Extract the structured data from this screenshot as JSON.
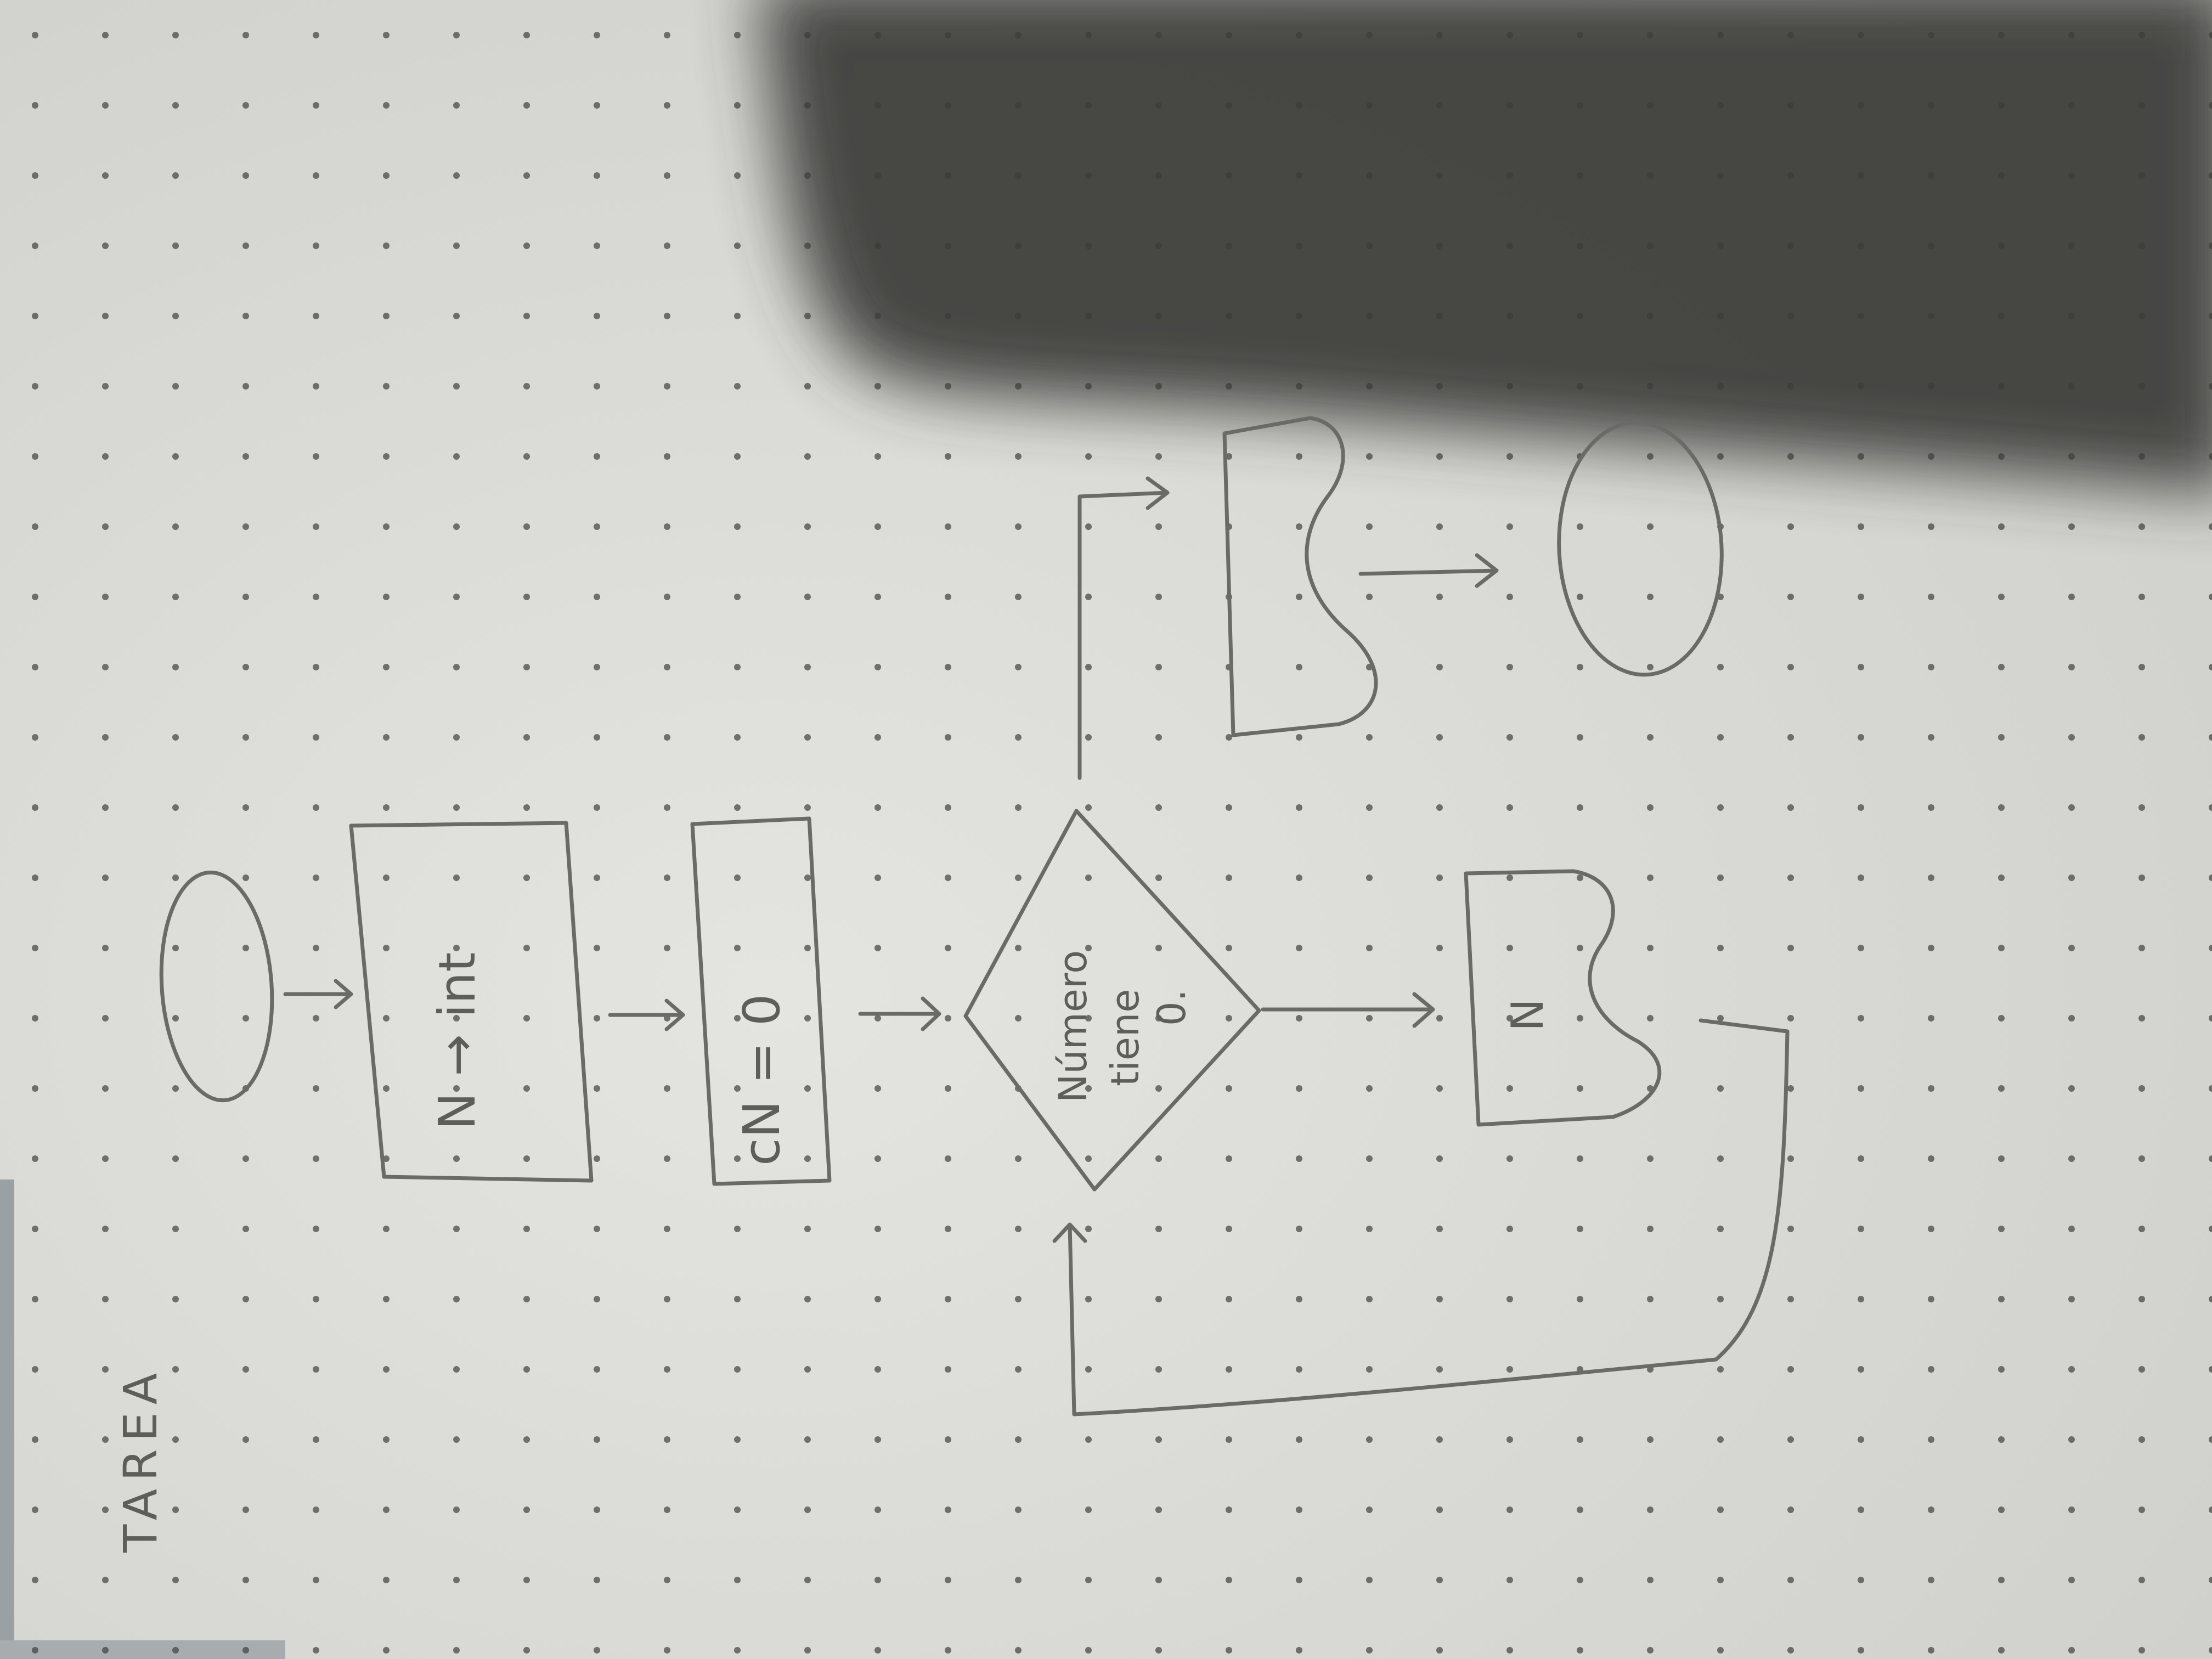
{
  "title": "TAREA",
  "steps": {
    "input_box": "N → int",
    "assign_box": "cN = 0",
    "decision": [
      "Número",
      "tiene",
      "0."
    ],
    "output_n": "N"
  },
  "colors": {
    "paper": "#dcdcd8",
    "ink": "#6a6a66",
    "dot": "#3f3f3c",
    "shadow": "#3b3a37"
  }
}
